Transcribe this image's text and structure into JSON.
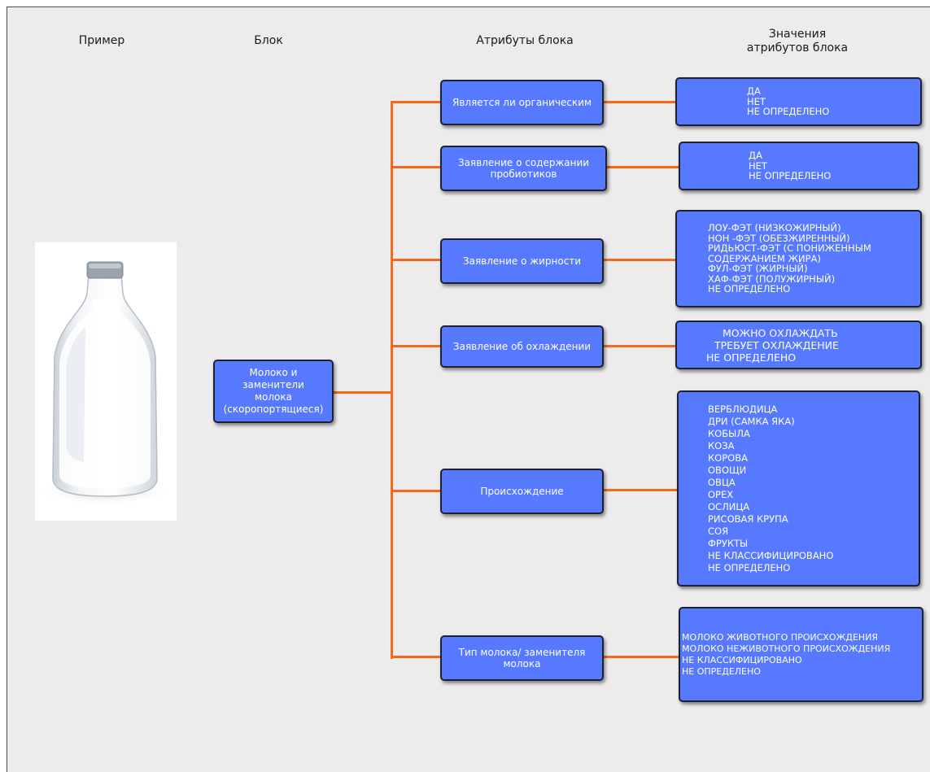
{
  "headers": {
    "example": "Пример",
    "block": "Блок",
    "attributes": "Атрибуты блока",
    "values_line1": "Значения",
    "values_line2": "атрибутов блока"
  },
  "example_image": "milk-bottle",
  "block": {
    "line1": "Молоко и",
    "line2": "заменители",
    "line3": "молока",
    "line4": "(скоропортящиеся)"
  },
  "attributes": [
    {
      "label": "Является ли органическим",
      "values": [
        "ДА",
        "НЕТ",
        "НЕ ОПРЕДЕЛЕНО"
      ]
    },
    {
      "label": "Заявление о содержании пробиотиков",
      "values": [
        "ДА",
        "НЕТ",
        "НЕ ОПРЕДЕЛЕНО"
      ]
    },
    {
      "label": "Заявление о жирности",
      "values": [
        "ЛОУ-ФЭТ (НИЗКОЖИРНЫЙ)",
        "НОН -ФЭТ (ОБЕЗЖИРЕННЫЙ)",
        "РИДЬЮСТ-ФЭТ (С ПОНИЖЕННЫМ",
        "СОДЕРЖАНИЕМ ЖИРА)",
        "ФУЛ-ФЭТ (ЖИРНЫЙ)",
        "ХАФ-ФЭТ (ПОЛУЖИРНЫЙ)",
        "НЕ ОПРЕДЕЛЕНО"
      ]
    },
    {
      "label": "Заявление об охлаждении",
      "values": [
        "МОЖНО ОХЛАЖДАТЬ",
        "ТРЕБУЕТ ОХЛАЖДЕНИЕ",
        "НЕ ОПРЕДЕЛЕНО"
      ]
    },
    {
      "label": "Происхождение",
      "values": [
        "ВЕРБЛЮДИЦА",
        "ДРИ (САМКА ЯКА)",
        "КОБЫЛА",
        "КОЗА",
        "КОРОВА",
        "ОВОЩИ",
        "ОВЦА",
        "ОРЕХ",
        "ОСЛИЦА",
        "РИСОВАЯ КРУПА",
        "СОЯ",
        "ФРУКТЫ",
        "НЕ КЛАССИФИЦИРОВАНО",
        "НЕ ОПРЕДЕЛЕНО"
      ]
    },
    {
      "label": "Тип молока/ заменителя молока",
      "values": [
        "МОЛОКО ЖИВОТНОГО ПРОИСХОЖДЕНИЯ",
        "МОЛОКО НЕЖИВОТНОГО ПРОИСХОЖДЕНИЯ",
        "НЕ КЛАССИФИЦИРОВАНО",
        "НЕ ОПРЕДЕЛЕНО"
      ]
    }
  ],
  "colors": {
    "box_fill": "#5679ff",
    "box_border": "#1d2233",
    "connector": "#f26a1b",
    "background": "#edebec"
  }
}
